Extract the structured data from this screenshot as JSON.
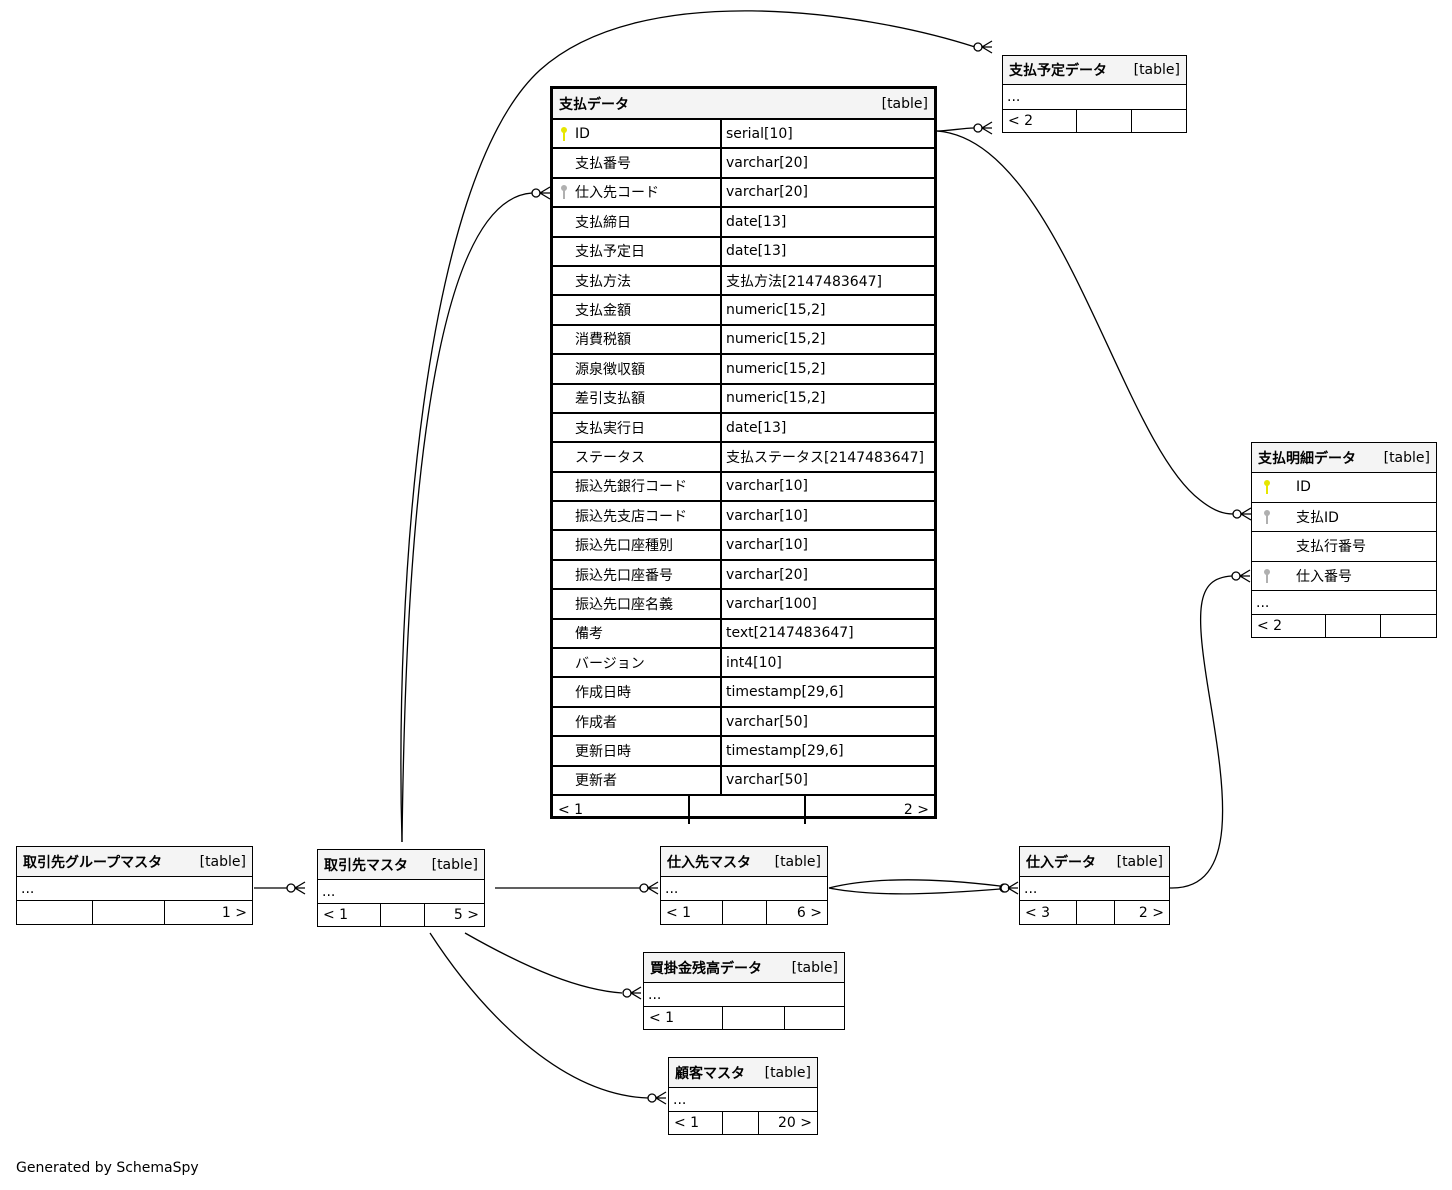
{
  "diagram": {
    "credit": "Generated by SchemaSpy",
    "focus_table": {
      "name": "支払データ",
      "kind": "[table]",
      "columns": [
        {
          "name": "ID",
          "type": "serial[10]",
          "key": "primary"
        },
        {
          "name": "支払番号",
          "type": "varchar[20]",
          "key": ""
        },
        {
          "name": "仕入先コード",
          "type": "varchar[20]",
          "key": "foreign"
        },
        {
          "name": "支払締日",
          "type": "date[13]",
          "key": ""
        },
        {
          "name": "支払予定日",
          "type": "date[13]",
          "key": ""
        },
        {
          "name": "支払方法",
          "type": "支払方法[2147483647]",
          "key": ""
        },
        {
          "name": "支払金額",
          "type": "numeric[15,2]",
          "key": ""
        },
        {
          "name": "消費税額",
          "type": "numeric[15,2]",
          "key": ""
        },
        {
          "name": "源泉徴収額",
          "type": "numeric[15,2]",
          "key": ""
        },
        {
          "name": "差引支払額",
          "type": "numeric[15,2]",
          "key": ""
        },
        {
          "name": "支払実行日",
          "type": "date[13]",
          "key": ""
        },
        {
          "name": "ステータス",
          "type": "支払ステータス[2147483647]",
          "key": ""
        },
        {
          "name": "振込先銀行コード",
          "type": "varchar[10]",
          "key": ""
        },
        {
          "name": "振込先支店コード",
          "type": "varchar[10]",
          "key": ""
        },
        {
          "name": "振込先口座種別",
          "type": "varchar[10]",
          "key": ""
        },
        {
          "name": "振込先口座番号",
          "type": "varchar[20]",
          "key": ""
        },
        {
          "name": "振込先口座名義",
          "type": "varchar[100]",
          "key": ""
        },
        {
          "name": "備考",
          "type": "text[2147483647]",
          "key": ""
        },
        {
          "name": "バージョン",
          "type": "int4[10]",
          "key": ""
        },
        {
          "name": "作成日時",
          "type": "timestamp[29,6]",
          "key": ""
        },
        {
          "name": "作成者",
          "type": "varchar[50]",
          "key": ""
        },
        {
          "name": "更新日時",
          "type": "timestamp[29,6]",
          "key": ""
        },
        {
          "name": "更新者",
          "type": "varchar[50]",
          "key": ""
        }
      ],
      "footer": [
        "< 1",
        "",
        "2 >"
      ]
    },
    "tables": {
      "shiharai_yotei": {
        "name": "支払予定データ",
        "kind": "[table]",
        "ellipsis": "...",
        "footer": [
          "< 2",
          "",
          ""
        ]
      },
      "shiharai_meisai": {
        "name": "支払明細データ",
        "kind": "[table]",
        "columns": [
          {
            "name": "ID",
            "key": "primary"
          },
          {
            "name": "支払ID",
            "key": "foreign"
          },
          {
            "name": "支払行番号",
            "key": ""
          },
          {
            "name": "仕入番号",
            "key": "foreign"
          }
        ],
        "ellipsis": "...",
        "footer": [
          "< 2",
          "",
          ""
        ]
      },
      "torihiki_group": {
        "name": "取引先グループマスタ",
        "kind": "[table]",
        "ellipsis": "...",
        "footer": [
          "",
          "",
          "1 >"
        ]
      },
      "torihiki": {
        "name": "取引先マスタ",
        "kind": "[table]",
        "ellipsis": "...",
        "footer": [
          "< 1",
          "",
          "5 >"
        ]
      },
      "shiiresaki": {
        "name": "仕入先マスタ",
        "kind": "[table]",
        "ellipsis": "...",
        "footer": [
          "< 1",
          "",
          "6 >"
        ]
      },
      "shiire": {
        "name": "仕入データ",
        "kind": "[table]",
        "ellipsis": "...",
        "footer": [
          "< 3",
          "",
          "2 >"
        ]
      },
      "kaikake": {
        "name": "買掛金残高データ",
        "kind": "[table]",
        "ellipsis": "...",
        "footer": [
          "< 1",
          "",
          ""
        ]
      },
      "kokyaku": {
        "name": "顧客マスタ",
        "kind": "[table]",
        "ellipsis": "...",
        "footer": [
          "< 1",
          "",
          "20 >"
        ]
      }
    },
    "colors": {
      "primary_key": "#e6e600",
      "foreign_key": "#b0b0b0",
      "header_bg": "#f4f4f4"
    }
  }
}
